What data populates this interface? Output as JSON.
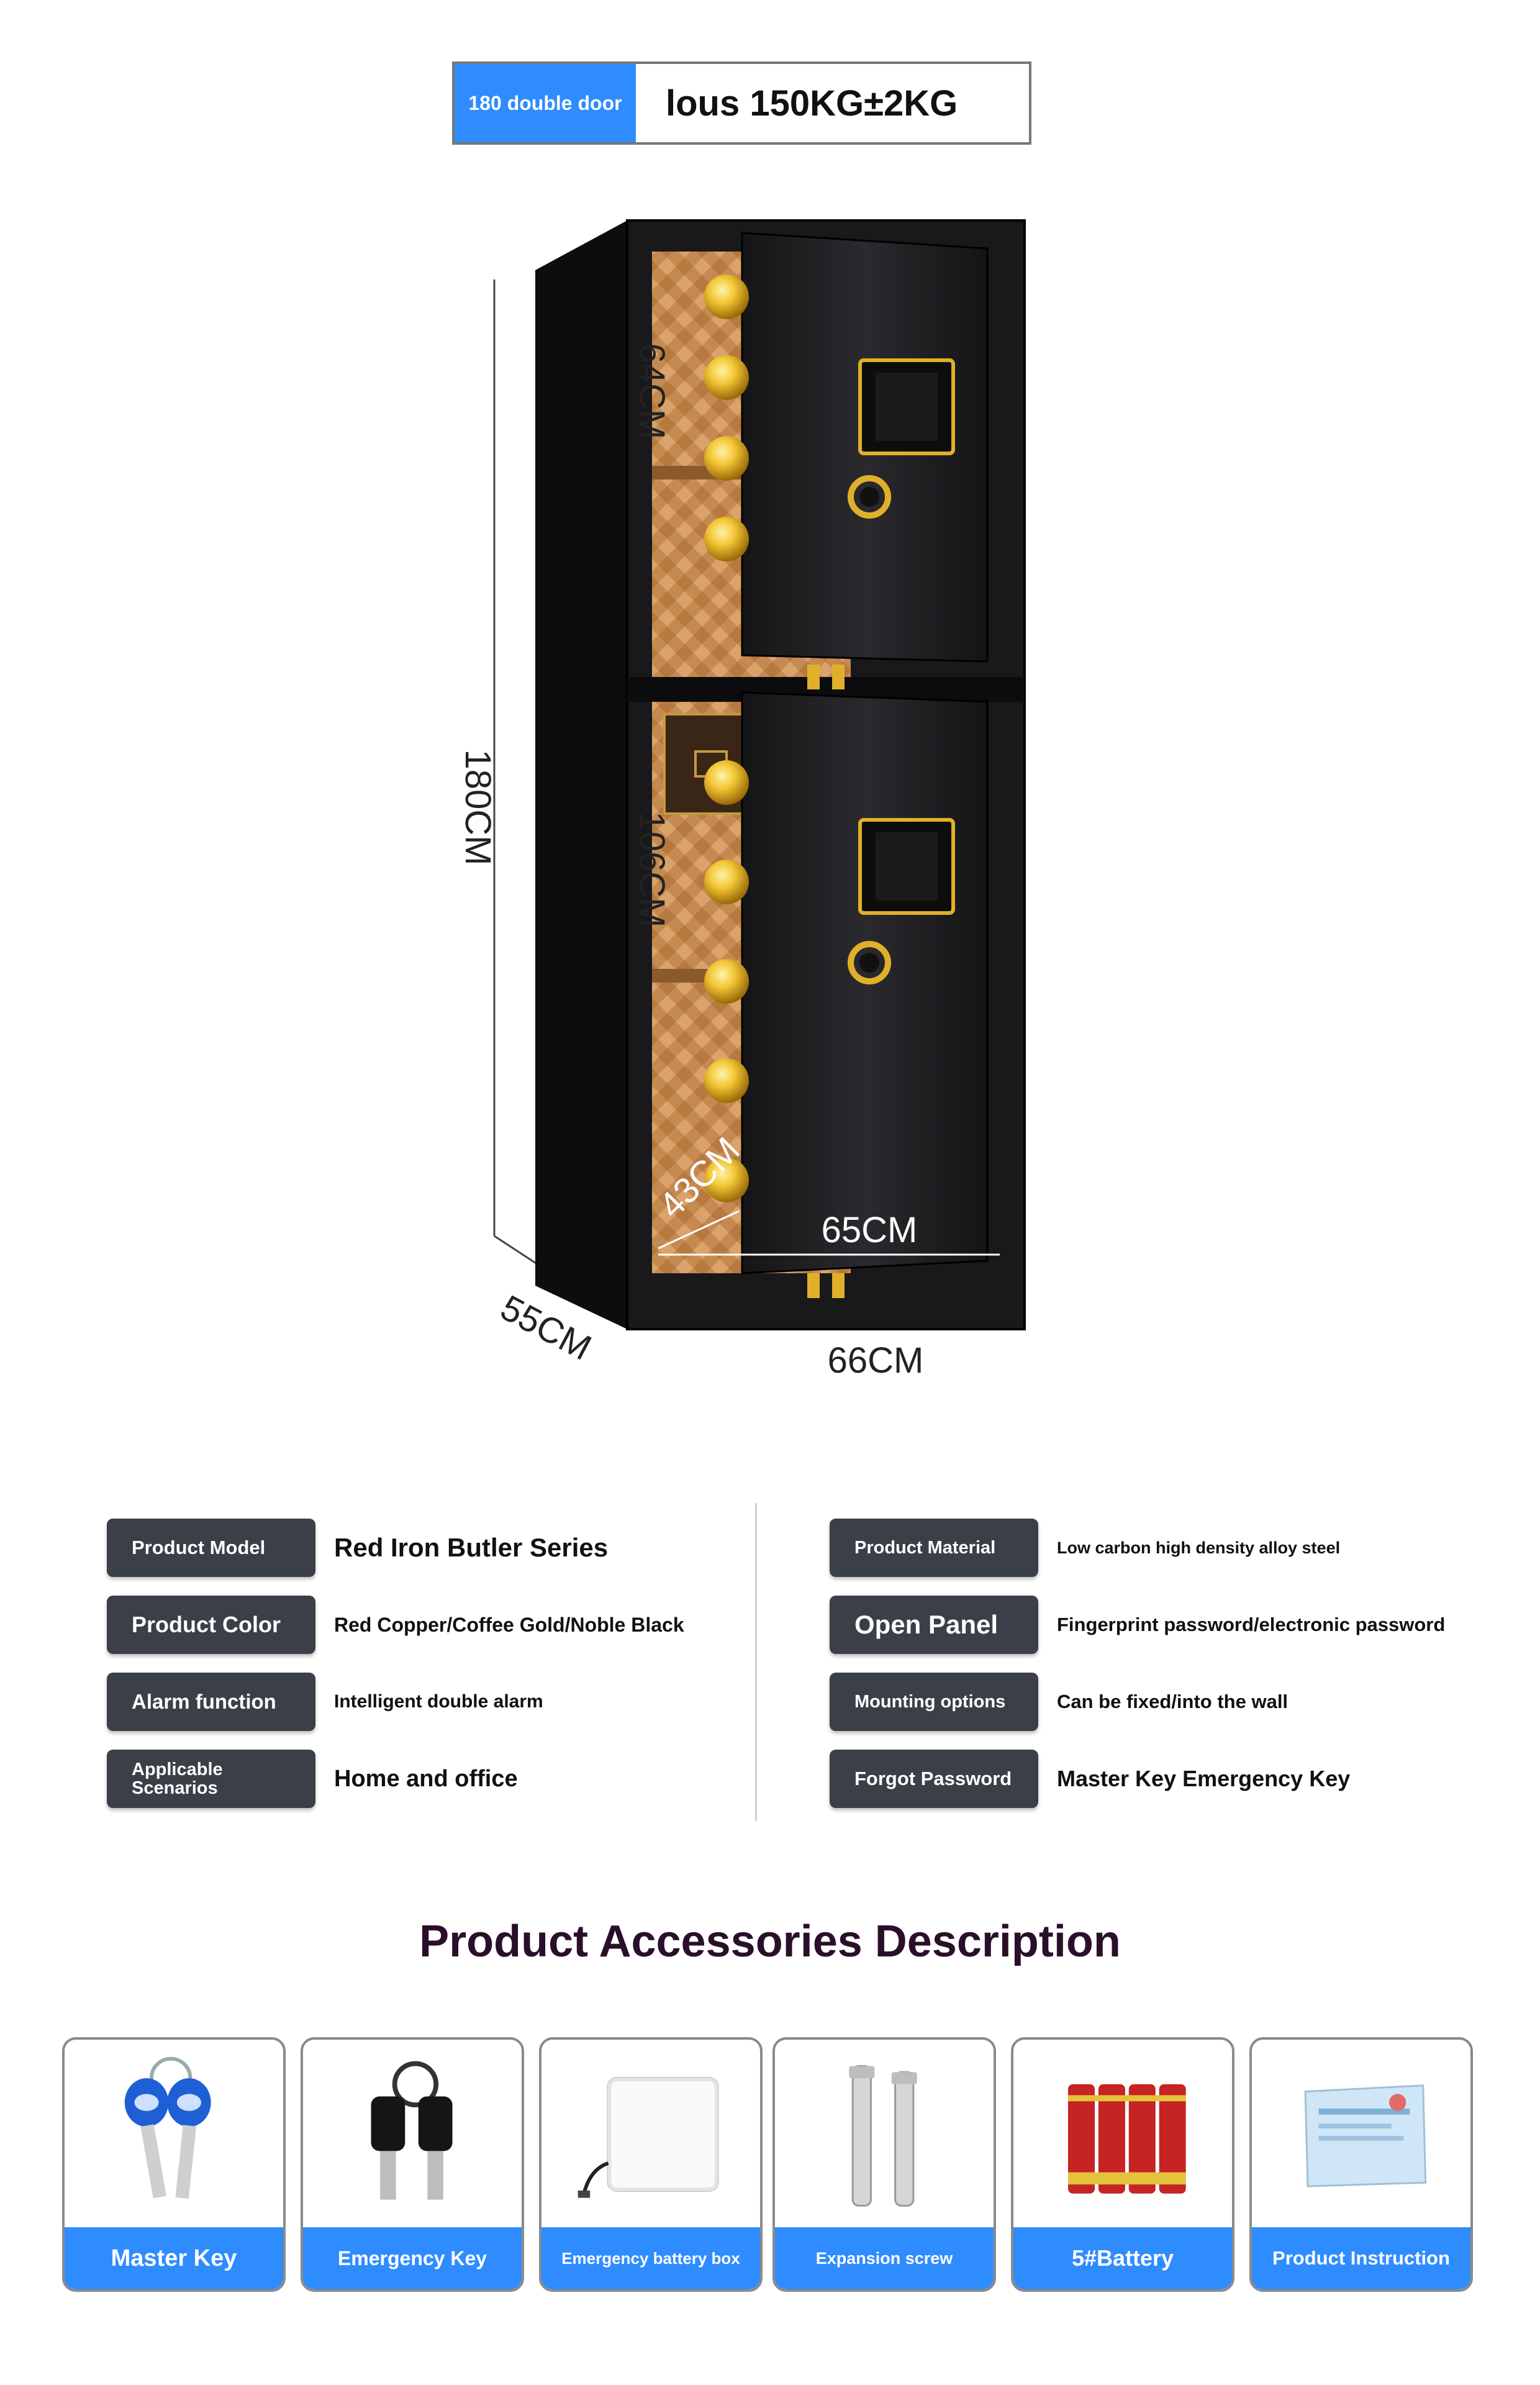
{
  "header": {
    "door_type": "180 double door",
    "weight": "lous 150KG±2KG"
  },
  "figure": {
    "height_total": "180CM",
    "upper_inner_height": "64CM",
    "lower_inner_height": "106CM",
    "inner_depth": "43CM",
    "inner_width": "65CM",
    "outer_depth": "55CM",
    "outer_width": "66CM"
  },
  "specs": {
    "left": [
      {
        "label": "Product Model",
        "value": "Red Iron Butler Series"
      },
      {
        "label": "Product Color",
        "value": "Red Copper/Coffee Gold/Noble Black"
      },
      {
        "label": "Alarm function",
        "value": "Intelligent double alarm"
      },
      {
        "label": "Applicable Scenarios",
        "value": "Home and office"
      }
    ],
    "right": [
      {
        "label": "Product Material",
        "value": "Low carbon high density alloy steel"
      },
      {
        "label": "Open Panel",
        "value": "Fingerprint password/electronic password"
      },
      {
        "label": "Mounting options",
        "value": "Can be fixed/into the wall"
      },
      {
        "label": "Forgot Password",
        "value": "Master Key Emergency Key"
      }
    ]
  },
  "accessories": {
    "title": "Product Accessories Description",
    "items": [
      {
        "label": "Master Key",
        "icon": "master-key-icon"
      },
      {
        "label": "Emergency Key",
        "icon": "emergency-key-icon"
      },
      {
        "label": "Emergency battery box",
        "icon": "battery-box-icon"
      },
      {
        "label": "Expansion screw",
        "icon": "expansion-screw-icon"
      },
      {
        "label": "5#Battery",
        "icon": "battery-icon"
      },
      {
        "label": "Product Instruction",
        "icon": "instruction-booklet-icon"
      }
    ]
  },
  "colors": {
    "accent_blue": "#2f8cff",
    "label_dark": "#3b3f47",
    "safe_body": "#1c1c1f",
    "gold": "#e0b02a",
    "interior": "#c58a52",
    "title": "#2a0f2a"
  }
}
